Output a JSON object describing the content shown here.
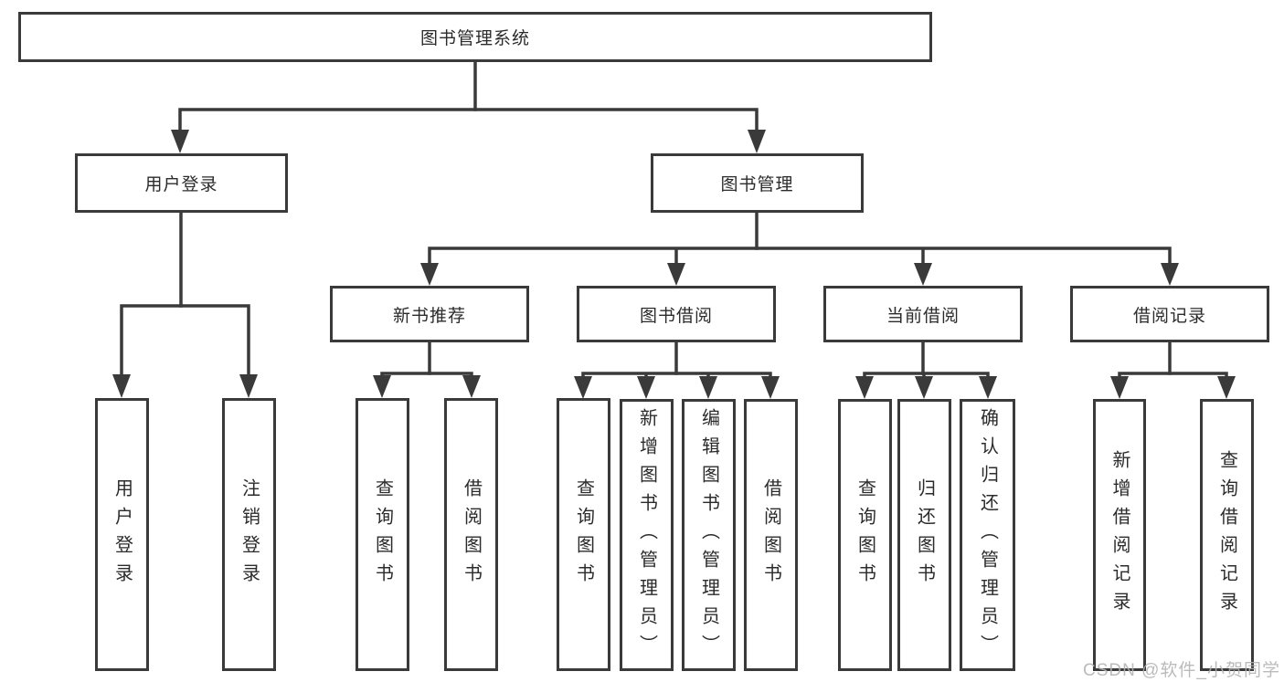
{
  "diagram_title": "图书管理系统",
  "nodes": {
    "root": "图书管理系统",
    "level1": [
      {
        "label": "用户登录"
      },
      {
        "label": "图书管理"
      }
    ],
    "level2": [
      {
        "label": "新书推荐"
      },
      {
        "label": "图书借阅"
      },
      {
        "label": "当前借阅"
      },
      {
        "label": "借阅记录"
      }
    ],
    "leaves_user_login": [
      "用户登录",
      "注销登录"
    ],
    "leaves_new_book": [
      "查询图书",
      "借阅图书"
    ],
    "leaves_book_borrow": [
      "查询图书",
      "新增图书（管理员）",
      "编辑图书（管理员）",
      "借阅图书"
    ],
    "leaves_current_borrow": [
      "查询图书",
      "归还图书",
      "确认归还（管理员）"
    ],
    "leaves_borrow_record": [
      "新增借阅记录",
      "查询借阅记录"
    ]
  },
  "watermark": "CSDN @软件_小贺同学",
  "colors": {
    "line": "#3a3a3a",
    "text": "#2b2b2b",
    "watermark": "#b2b2b2",
    "background": "#ffffff"
  }
}
